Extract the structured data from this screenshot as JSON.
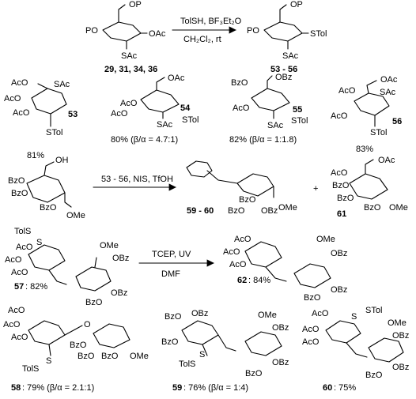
{
  "reaction1": {
    "reagent_top": "TolSH, BF₃Et₂O",
    "reagent_bottom": "CH₂Cl₂, rt",
    "sm": {
      "po": "PO",
      "op": "OP",
      "oac": "OAc",
      "sac": "SAc",
      "label": "29, 31, 34, 36"
    },
    "product": {
      "po": "PO",
      "op": "OP",
      "stol": "STol",
      "sac": "SAc",
      "label": "53 - 56"
    }
  },
  "donors": [
    {
      "id": "53",
      "yield": "81%",
      "labels": [
        "AcO",
        "AcO",
        "AcO",
        "SAc",
        "STol"
      ]
    },
    {
      "id": "54",
      "yield": "80% (β/α = 4.7:1)",
      "labels": [
        "OAc",
        "AcO",
        "AcO",
        "SAc",
        "STol"
      ]
    },
    {
      "id": "55",
      "yield": "82% (β/α = 1:1.8)",
      "labels": [
        "BzO",
        "OBz",
        "AcO",
        "SAc",
        "STol"
      ]
    },
    {
      "id": "56",
      "yield": "83%",
      "labels": [
        "AcO",
        "OAc",
        "AcO",
        "SAc",
        "STol"
      ]
    }
  ],
  "reaction2": {
    "acceptor_labels": [
      "OH",
      "BzO",
      "BzO",
      "BzO",
      "OMe"
    ],
    "reagent": "53 - 56, NIS, TfOH",
    "product_label": "59 - 60",
    "product_groups": [
      "BzO",
      "BzO",
      "OBz",
      "OMe"
    ],
    "plus": "+",
    "side_product": {
      "id": "61",
      "labels": [
        "OAc",
        "AcO",
        "BzO",
        "BzO",
        "BzO",
        "OMe"
      ]
    }
  },
  "reaction3": {
    "sm": {
      "id": "57",
      "yield": ": 82%",
      "labels": [
        "TolS",
        "S",
        "AcO",
        "AcO",
        "AcO",
        "OMe",
        "OBz",
        "OBz",
        "BzO"
      ]
    },
    "reagent_top": "TCEP, UV",
    "reagent_bottom": "DMF",
    "product": {
      "id": "62",
      "yield": ": 84%",
      "labels": [
        "AcO",
        "AcO",
        "AcO",
        "OMe",
        "OBz",
        "OBz",
        "BzO"
      ]
    }
  },
  "compounds_bottom": [
    {
      "id": "58",
      "yield": ": 79% (β/α = 2.1:1)",
      "labels": [
        "AcO",
        "AcO",
        "AcO",
        "TolS",
        "S",
        "BzO",
        "BzO",
        "BzO",
        "OMe",
        "O"
      ]
    },
    {
      "id": "59",
      "yield": ": 76% (β/α = 1:4)",
      "labels": [
        "OBz",
        "BzO",
        "BzO",
        "TolS",
        "S",
        "OMe",
        "OBz",
        "OBz",
        "BzO"
      ]
    },
    {
      "id": "60",
      "yield": ": 75%",
      "labels": [
        "AcO",
        "AcO",
        "AcO",
        "S",
        "STol",
        "OMe",
        "OBz",
        "OBz",
        "BzO"
      ]
    }
  ]
}
